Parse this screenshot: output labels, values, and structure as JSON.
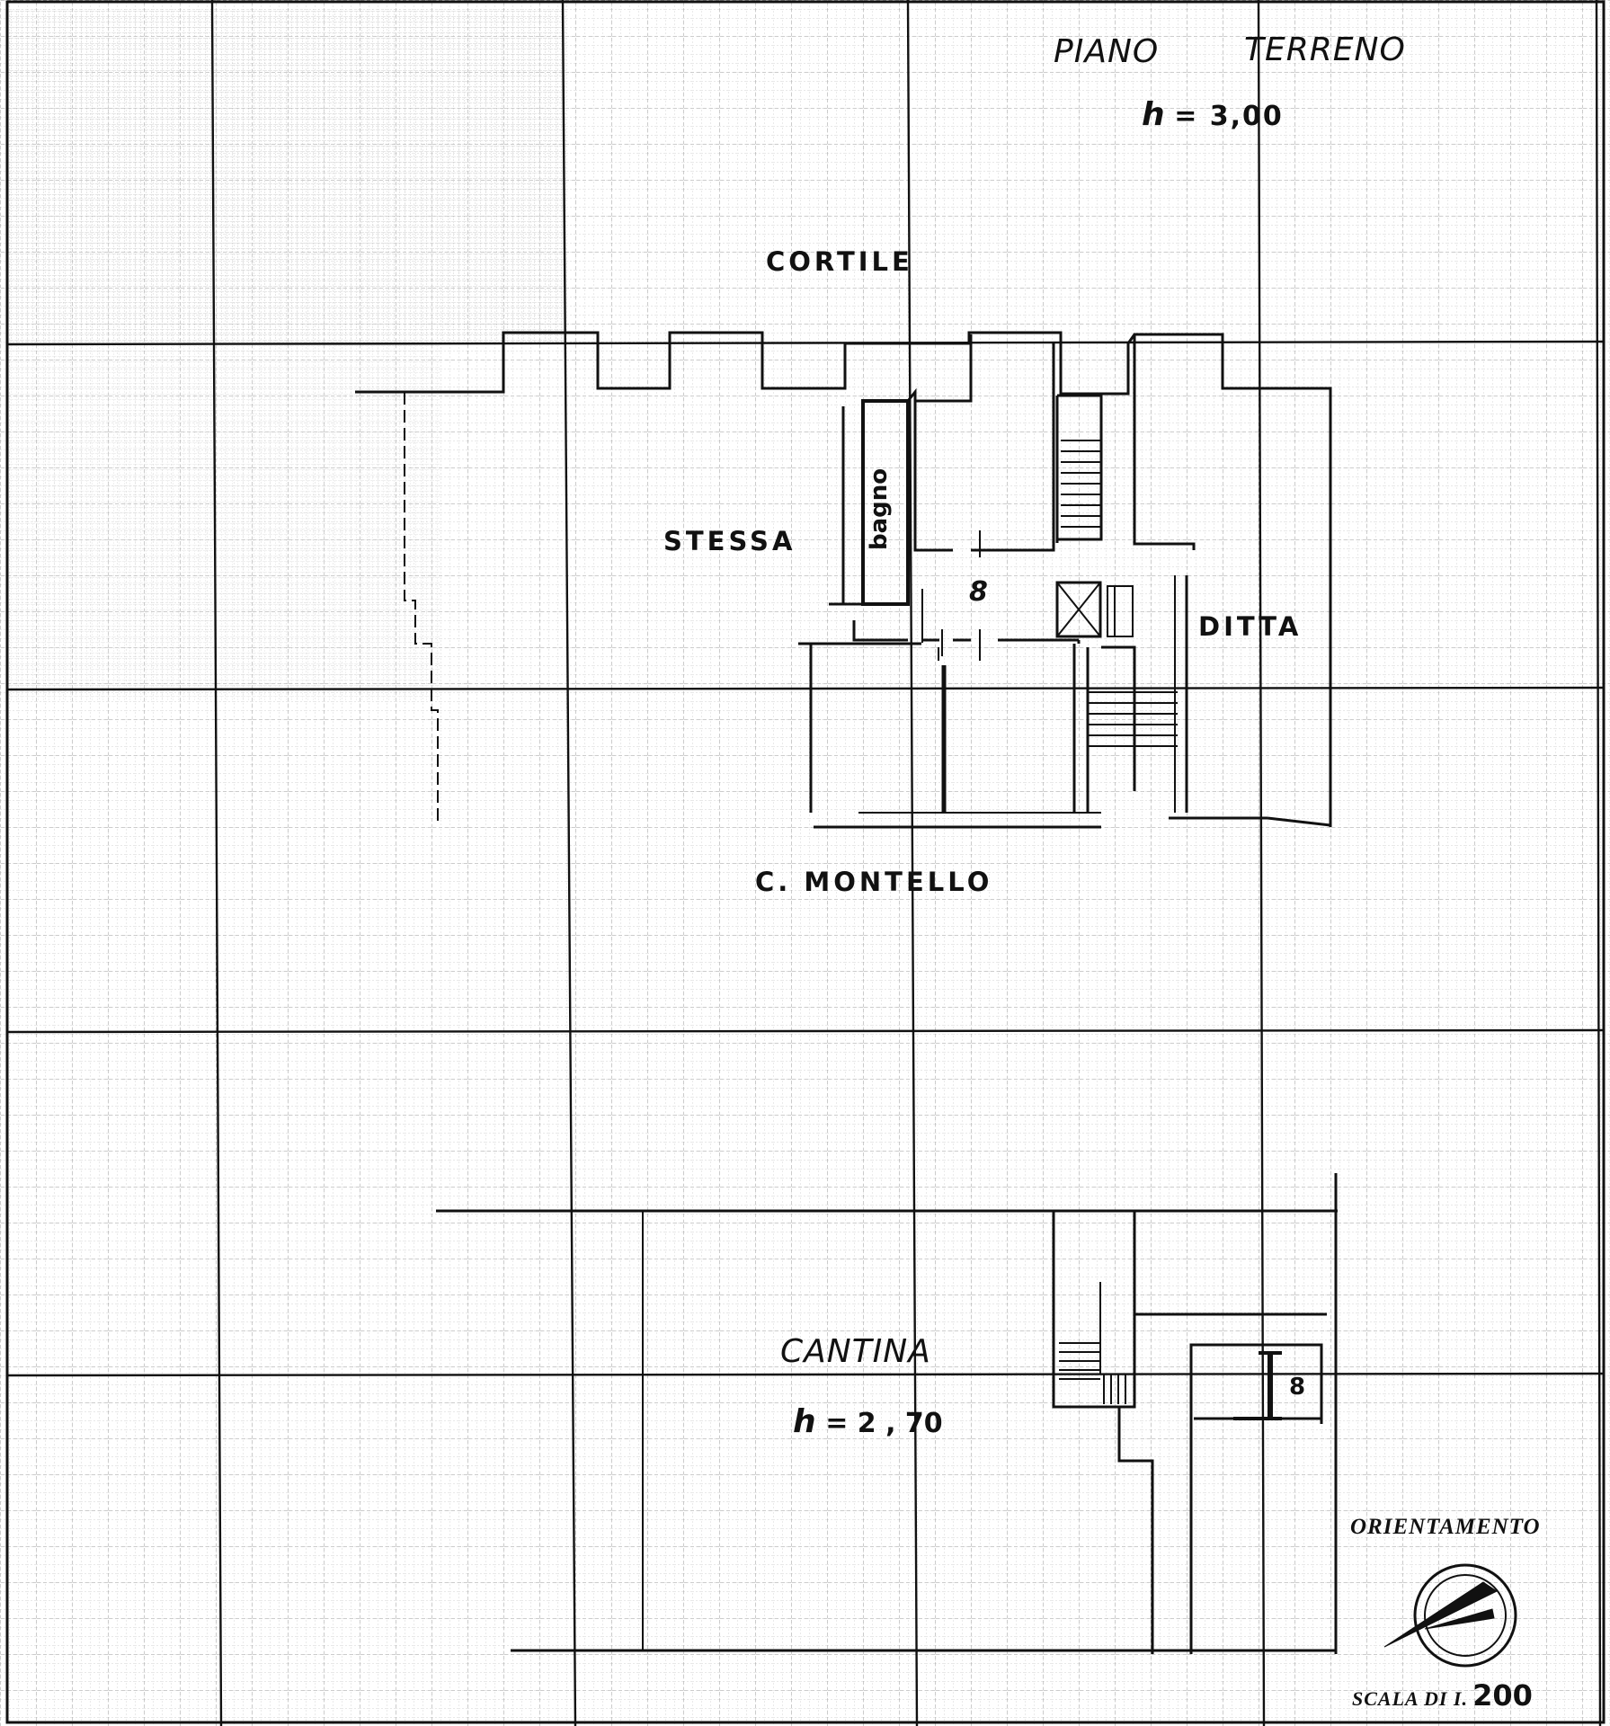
{
  "ground_floor": {
    "title_word1": "PIANO",
    "title_word2": "TERRENO",
    "height_symbol": "h",
    "height_value": "= 3,00",
    "courtyard_label": "CORTILE",
    "left_neighbor_label": "STESSA",
    "right_neighbor_label": "DITTA",
    "street_label": "C. MONTELLO",
    "bathroom_label": "bagno",
    "unit_number": "8"
  },
  "cellar": {
    "title": "CANTINA",
    "height_symbol": "h",
    "height_value": "= 2 , 70",
    "unit_number": "8"
  },
  "legend": {
    "orientation_label": "ORIENTAMENTO",
    "scale_prefix": "SCALA DI I.",
    "scale_value": "200"
  }
}
